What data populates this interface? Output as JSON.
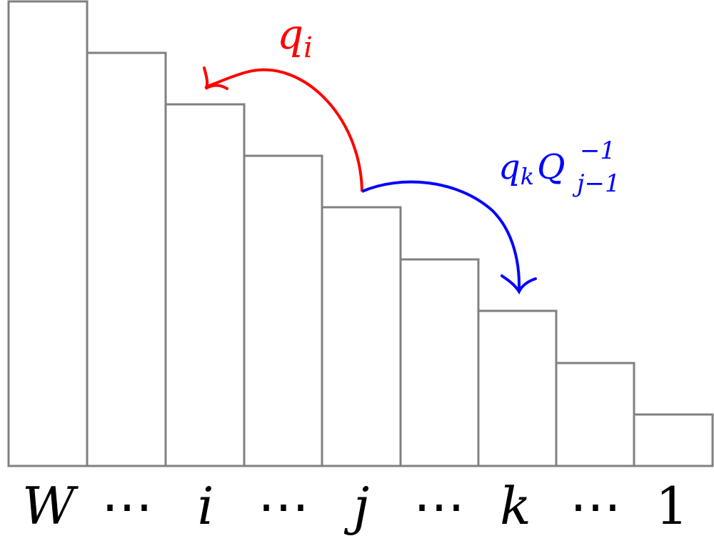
{
  "diagram": {
    "bar_count": 9,
    "bar_outline_color": "#808080",
    "bottom_labels": [
      "W",
      "⋯",
      "i",
      "⋯",
      "j",
      "⋯",
      "k",
      "⋯",
      "1"
    ],
    "arrows": [
      {
        "name": "red-arrow",
        "color": "#ff0000",
        "label_main": "q",
        "label_sub": "i",
        "from": "j",
        "to": "i"
      },
      {
        "name": "blue-arrow",
        "color": "#0000ff",
        "label_q": "q",
        "label_q_sub": "k",
        "label_Q": "Q",
        "label_Q_sup": "−1",
        "label_Q_sub": "j−1",
        "from": "j",
        "to": "k"
      }
    ]
  }
}
